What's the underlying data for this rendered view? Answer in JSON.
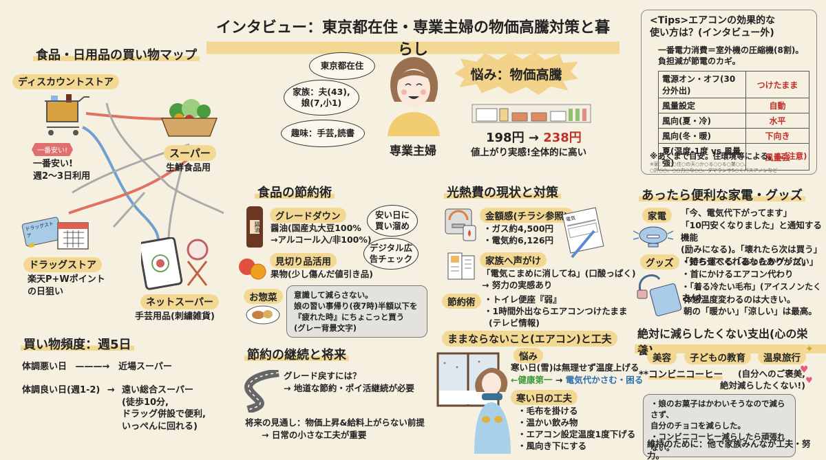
{
  "title": "インタビュー：東京都在住・専業主婦の物価高騰対策と暮らし",
  "shopping_map": {
    "title": "食品・日用品の買い物マップ",
    "stores": [
      {
        "name": "ディスカウントストア",
        "badge": "一番安い!",
        "note": "一番安い!\n週2〜3日利用"
      },
      {
        "name": "スーパー",
        "note": "生鮮食品用"
      },
      {
        "name": "ドラッグストア",
        "card_label": "ドラッグストア",
        "note": "楽天P+Wポイント\nの日狙い"
      },
      {
        "name": "ネットスーパー",
        "note": "手芸用品(刺繍雑貨)"
      }
    ]
  },
  "frequency": {
    "title": "買い物頻度：週5日",
    "rows": [
      {
        "condition": "体調悪い日",
        "arrow": "———→",
        "dest": "近場スーパー"
      },
      {
        "condition": "体調良い日(週1-2)",
        "arrow": "→",
        "dest": "遠い総合スーパー\n(徒歩10分,\nドラッグ併設で便利,\nいっぺんに回れる)"
      }
    ]
  },
  "profile": {
    "bubbles": [
      "東京都在住",
      "家族：夫(43),\n娘(7,小1)",
      "趣味：手芸,読書"
    ],
    "label": "専業主婦",
    "worry": "悩み：物価高騰",
    "price_before": "198円",
    "price_arrow": "→",
    "price_after": "238円",
    "price_note": "値上がり実感!全体的に高い"
  },
  "tips": {
    "title": "<Tips>エアコンの効果的な\n使い方は？(インタビュー外)",
    "intro": "一番電力消費＝室外機の圧縮機(8割)。\n負担減が節電のカギ。",
    "table": [
      {
        "item": "電源オン・オフ(30分外出)",
        "value": "つけたまま"
      },
      {
        "item": "風量設定",
        "value": "自動"
      },
      {
        "item": "風向(夏・冷)",
        "value": "水平"
      },
      {
        "item": "風向(冬・暖)",
        "value": "下向き"
      },
      {
        "item": "夏(温度-1度 vs 風量強)",
        "value": "風量強"
      }
    ],
    "note": "※あくまで目安。住環境等による。",
    "note_caution": "(ご注意)",
    "source": "※家：東○○住○の天○か○る○○る○業○○、\n○評○○、○○力○な○○、ダマウンサ5○くパスアノンなど"
  },
  "food_saving": {
    "title": "食品の節約術",
    "grade_down": {
      "label": "グレードダウン",
      "text": "醤油(国産丸大豆100%\n→アルコール入/非100%)"
    },
    "bubble1": "安い日に\n買い溜め",
    "bubble2": "デジタル広\n告チェック",
    "discount": {
      "label": "見切り品活用",
      "text": "果物(少し傷んだ値引き品)"
    },
    "deli": {
      "label": "お惣菜",
      "text": "意識して減らさない。\n娘の習い事帰り(夜7時)半額以下を\n『疲れた時』にちょこっと買う\n(グレー背景文字)"
    },
    "bottle_label": "醤油"
  },
  "future": {
    "title": "節約の継続と将来",
    "q": "グレード戻すには？",
    "a": "→ 地道な節約・ポイ活継続が必要",
    "outlook": "将来の見通し：物価上昇&給料上がらない前提",
    "outlook2": "→ 日常の小さな工夫が重要"
  },
  "utility": {
    "title": "光熱費の現状と対策",
    "amount": {
      "label": "金額感(チラシ参照)",
      "lines": [
        "・ガス約4,500円",
        "・電気約6,126円"
      ]
    },
    "family": {
      "label": "家族へ声がけ",
      "text": "「電気こまめに消してね」(口酸っぱく)\n→ 努力の実感あり"
    },
    "tips": {
      "label": "節約術",
      "lines": [
        "・トイレ便座『弱』",
        "・1時間外出ならエアコンつけたまま",
        "(テレビ情報)"
      ]
    },
    "doc_label": "電気"
  },
  "aircon": {
    "title": "ままならないこと(エアコン)と工夫",
    "worry_label": "悩み",
    "worry_text": "寒い日(雪)は無理せず温度上げる",
    "health": "←健康第一",
    "arrow": "→",
    "cost": "電気代かさむ・困る",
    "cold_label": "寒い日の工夫",
    "cold_items": [
      "・毛布を掛ける",
      "・温かい飲み物",
      "・エアコン設定温度1度下げる",
      "・風向き下にする"
    ]
  },
  "gadgets": {
    "title": "あったら便利な家電・グッズ",
    "appliance_label": "家電",
    "appliance_text": "「今、電気代下がってます」\n「10円安くなりました」と通知する機能\n(励みになる)。「壊れたら次は買う」\n「知らせてくれるならありがたい」",
    "goods_label": "グッズ",
    "goods_lines": [
      "・持ち運べる「あったかグッズ」",
      "・首にかけるエアコン代わり",
      "・「着る冷たい毛布」(アイスノンたくさん)"
    ],
    "goods_note": "体感温度変わるのは大きい。\n朝の「暖かい」「涼しい」は最高。"
  },
  "keep": {
    "title": "絶対に減らしたくない支出(心の栄養)",
    "tags": [
      "美容",
      "子どもの教育",
      "温泉旅行"
    ],
    "coffee_prefix": "**",
    "coffee": "コンビニコーヒー",
    "coffee_note": "(自分へのご褒美,\n絶対減らしたくない!)",
    "bubble": "・娘のお菓子はかわいそうなので減らさず、\n  自分のチョコを減らした。\n・コンビニコーヒー減らしたら頑張れない。",
    "footer": "維持のために：他で家族みんなが工夫・努力。"
  },
  "colors": {
    "background": "#f6f0e1",
    "highlight": "#f3d894",
    "accent_red": "#c0302a",
    "accent_blue": "#2a6fb0",
    "accent_green": "#3a9a3a"
  }
}
